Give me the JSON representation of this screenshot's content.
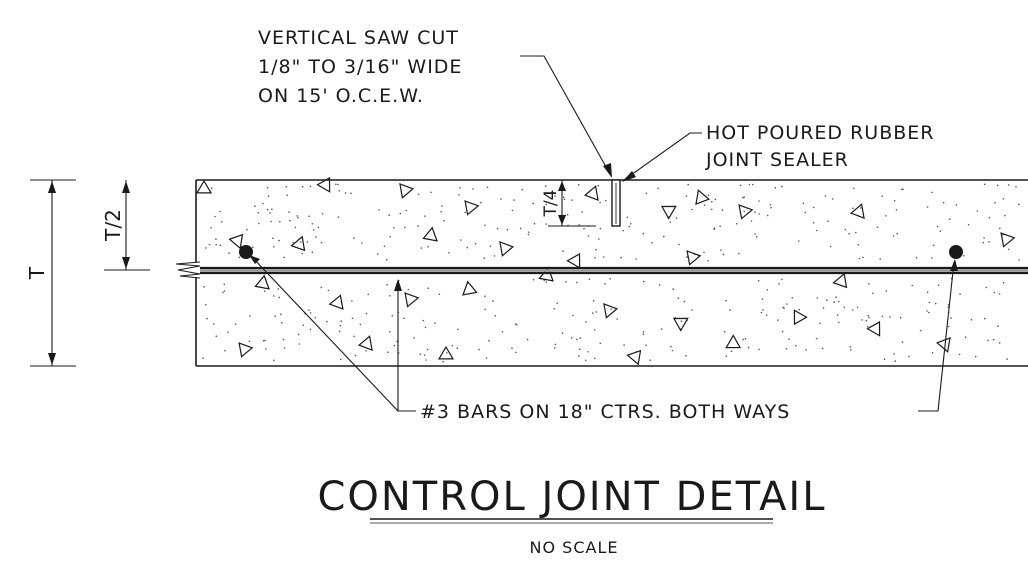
{
  "notes": {
    "saw_cut": [
      "VERTICAL SAW CUT",
      "1/8\" TO 3/16\" WIDE",
      "ON 15' O.C.E.W."
    ],
    "sealer": [
      "HOT POURED RUBBER",
      "JOINT SEALER"
    ],
    "bars": "#3 BARS ON 18\" CTRS. BOTH WAYS"
  },
  "dimensions": {
    "total": "T",
    "half": "T/2",
    "quarter": "T/4"
  },
  "title": {
    "main": "CONTROL JOINT DETAIL",
    "scale": "NO SCALE"
  }
}
